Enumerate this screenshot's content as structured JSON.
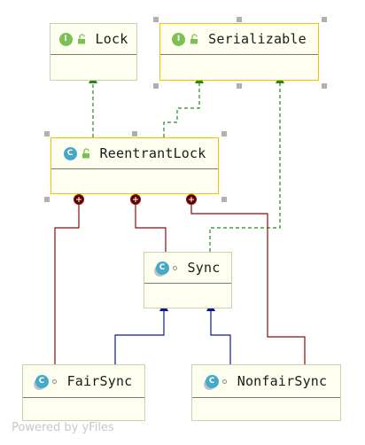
{
  "classes": {
    "lock": {
      "name": "Lock",
      "kind": "I"
    },
    "serializable": {
      "name": "Serializable",
      "kind": "I"
    },
    "reentrant_lock": {
      "name": "ReentrantLock",
      "kind": "C"
    },
    "sync": {
      "name": "Sync",
      "kind": "C"
    },
    "fair_sync": {
      "name": "FairSync",
      "kind": "C"
    },
    "nonfair_sync": {
      "name": "NonfairSync",
      "kind": "C"
    }
  },
  "footer": "Powered by yFiles",
  "colors": {
    "implements_edge": "#1d8a1d",
    "extends_edge": "#0d1a8f",
    "inner_class_edge": "#8b0f0f",
    "selection_border": "#f2c200"
  },
  "relations": [
    {
      "from": "ReentrantLock",
      "to": "Lock",
      "type": "implements"
    },
    {
      "from": "ReentrantLock",
      "to": "Serializable",
      "type": "implements"
    },
    {
      "from": "Sync",
      "to": "Serializable",
      "type": "implements"
    },
    {
      "from": "FairSync",
      "to": "Sync",
      "type": "extends"
    },
    {
      "from": "NonfairSync",
      "to": "Sync",
      "type": "extends"
    },
    {
      "from": "ReentrantLock",
      "to": "Sync",
      "type": "inner-class"
    },
    {
      "from": "ReentrantLock",
      "to": "FairSync",
      "type": "inner-class"
    },
    {
      "from": "ReentrantLock",
      "to": "NonfairSync",
      "type": "inner-class"
    }
  ]
}
